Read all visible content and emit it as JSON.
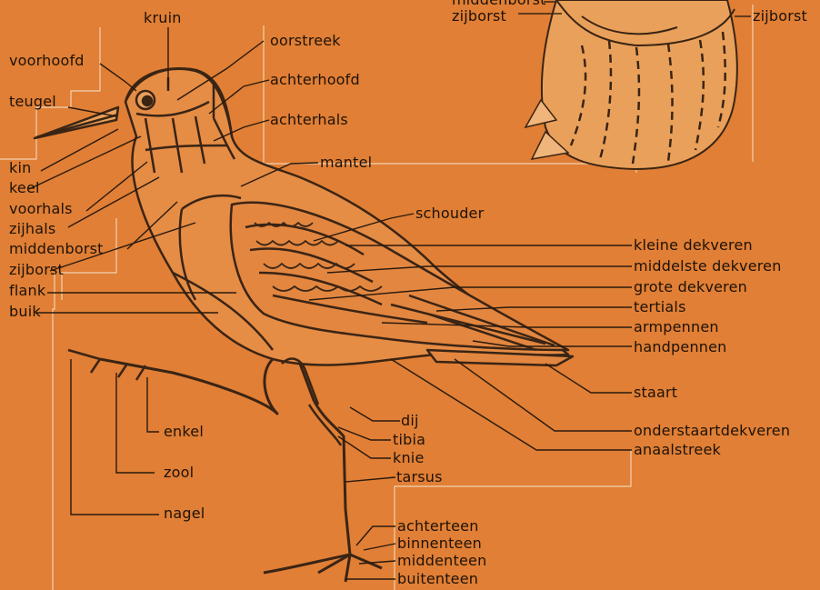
{
  "colors": {
    "background": "#e07f35",
    "ink": "#3a2414",
    "guide_line": "#f3d2b0"
  },
  "labels": {
    "kruin": "kruin",
    "voorhoofd": "voorhoofd",
    "teugel": "teugel",
    "kin": "kin",
    "keel": "keel",
    "voorhals": "voorhals",
    "zijhals": "zijhals",
    "middenborst": "middenborst",
    "zijborst": "zijborst",
    "flank": "flank",
    "buik": "buik",
    "oorstreek": "oorstreek",
    "achterhoofd": "achterhoofd",
    "achterhals": "achterhals",
    "mantel": "mantel",
    "schouder": "schouder",
    "kleine_dekveren": "kleine dekveren",
    "middelste_dekveren": "middelste dekveren",
    "grote_dekveren": "grote dekveren",
    "tertials": "tertials",
    "armpennen": "armpennen",
    "handpennen": "handpennen",
    "staart": "staart",
    "onderstaartdekveren": "onderstaartdekveren",
    "anaalstreek": "anaalstreek",
    "dij": "dij",
    "tibia": "tibia",
    "knie": "knie",
    "tarsus": "tarsus",
    "enkel": "enkel",
    "zool": "zool",
    "nagel": "nagel",
    "achterteen": "achterteen",
    "binnenteen": "binnenteen",
    "middenteen": "middenteen",
    "buitenteen": "buitenteen",
    "inset_middenborst": "middenborst",
    "inset_zijborst_left": "zijborst",
    "inset_zijborst_right": "zijborst"
  }
}
